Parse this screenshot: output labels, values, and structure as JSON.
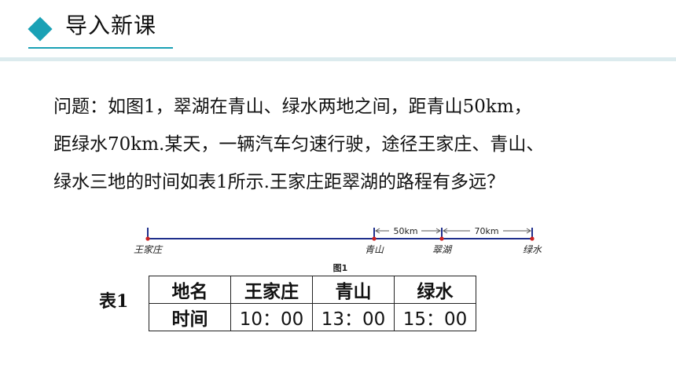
{
  "header": {
    "title": "导入新课",
    "accent_color": "#1aa1b5",
    "icon": "diamond-icon"
  },
  "problem": {
    "lines": [
      "问题：如图1，翠湖在青山、绿水两地之间，距青山50km，",
      "距绿水70km.某天，一辆汽车匀速行驶，途径王家庄、青山、",
      "绿水三地的时间如表1所示.王家庄距翠湖的路程有多远？"
    ]
  },
  "figure": {
    "caption": "图1",
    "places": [
      "王家庄",
      "青山",
      "翠湖",
      "绿水"
    ],
    "distance_labels": [
      "50km",
      "70km"
    ],
    "line_color": "#1f2f8c",
    "point_color": "#cc2222"
  },
  "table": {
    "label": "表1",
    "header": [
      "地名",
      "王家庄",
      "青山",
      "绿水"
    ],
    "row": [
      "时间",
      "10：00",
      "13：00",
      "15：00"
    ]
  }
}
